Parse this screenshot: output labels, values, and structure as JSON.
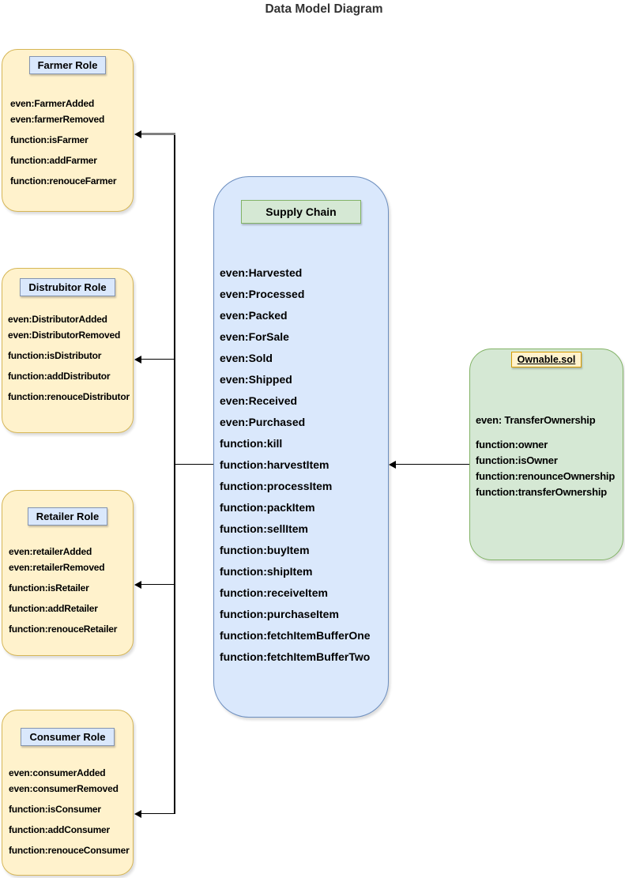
{
  "page": {
    "title": "Data Model Diagram"
  },
  "nodes": {
    "farmer": {
      "label": "Farmer Role",
      "members": [
        "even:FarmerAdded",
        "even:farmerRemoved",
        "function:isFarmer",
        "function:addFarmer",
        "function:renouceFarmer"
      ]
    },
    "distributor": {
      "label": "Distrubitor Role",
      "members": [
        "even:DistributorAdded",
        "even:DistributorRemoved",
        "function:isDistributor",
        "function:addDistributor",
        "function:renouceDistributor"
      ]
    },
    "retailer": {
      "label": "Retailer Role",
      "members": [
        "even:retailerAdded",
        "even:retailerRemoved",
        "function:isRetailer",
        "function:addRetailer",
        "function:renouceRetailer"
      ]
    },
    "consumer": {
      "label": "Consumer Role",
      "members": [
        "even:consumerAdded",
        "even:consumerRemoved",
        "function:isConsumer",
        "function:addConsumer",
        "function:renouceConsumer"
      ]
    },
    "supply_chain": {
      "label": "Supply Chain",
      "members": [
        "even:Harvested",
        "even:Processed",
        "even:Packed",
        "even:ForSale",
        "even:Sold",
        "even:Shipped",
        "even:Received",
        "even:Purchased",
        "function:kill",
        "function:harvestItem",
        "function:processItem",
        "function:packItem",
        "function:sellItem",
        "function:buyItem",
        "function:shipItem",
        "function:receiveItem",
        "function:purchaseItem",
        "function:fetchItemBufferOne",
        "function:fetchItemBufferTwo"
      ]
    },
    "ownable": {
      "label": "Ownable.sol",
      "members": [
        "even: TransferOwnership",
        "function:owner",
        "function:isOwner",
        "function:renounceOwnership",
        "function:transferOwnership"
      ]
    }
  },
  "edges": [
    {
      "from": "supply_chain",
      "to": "farmer"
    },
    {
      "from": "supply_chain",
      "to": "distributor"
    },
    {
      "from": "supply_chain",
      "to": "retailer"
    },
    {
      "from": "supply_chain",
      "to": "consumer"
    },
    {
      "from": "ownable",
      "to": "supply_chain"
    }
  ],
  "colors": {
    "role_fill": "#FFF2CC",
    "role_border": "#D6B656",
    "supply_fill": "#DAE8FC",
    "supply_border": "#6C8EBF",
    "ownable_fill": "#D5E8D4",
    "ownable_border": "#82B366",
    "role_label_fill": "#DAE8FC",
    "role_label_border": "#8494AF",
    "supply_label_fill": "#D5E8D4",
    "supply_label_border": "#82B366",
    "ownable_label_fill": "#FFF2CC",
    "ownable_label_border": "#D79B00",
    "edge_color": "#000000",
    "edge_gray": "#7F7F7F",
    "text_color": "#000000",
    "title_color": "#333333"
  }
}
